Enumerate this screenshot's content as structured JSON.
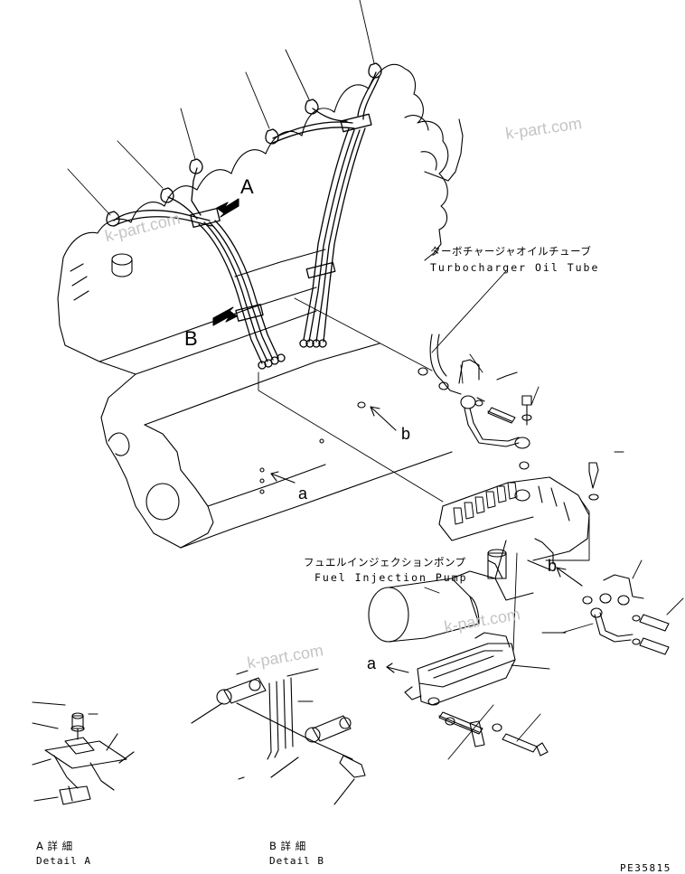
{
  "watermark": {
    "text": "k-part.com"
  },
  "callouts": {
    "turbo_oil_tube_jp": "ターボチャージャオイルチューブ",
    "turbo_oil_tube_en": "Turbocharger Oil Tube",
    "fuel_pump_jp": "フュエルインジェクションポンプ",
    "fuel_pump_en": "Fuel Injection Pump"
  },
  "view_markers": {
    "a_upper": "A",
    "b_upper": "B",
    "a_lower": "a",
    "b_lower": "b"
  },
  "details": {
    "a_jp": "A 詳 細",
    "a_en": "Detail A",
    "b_jp": "B 詳 細",
    "b_en": "Detail B"
  },
  "figure_code": "PE35815",
  "colors": {
    "line": "#000000",
    "background": "#ffffff",
    "watermark": "#c4c4c4"
  }
}
